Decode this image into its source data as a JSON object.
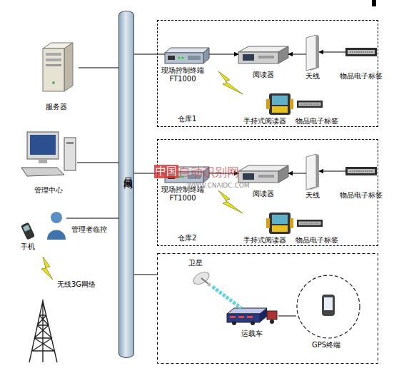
{
  "diagram": {
    "nodes": [
      {
        "text": [
          "服务器"
        ]
      },
      {
        "text": [
          "管理中心"
        ]
      },
      {
        "text": [
          "管理者临控"
        ]
      },
      {
        "text": [
          "手机"
        ]
      },
      {
        "text": [
          "无线3G网络"
        ]
      },
      {
        "text": [
          "局域网"
        ]
      },
      {
        "text": [
          "仓库1"
        ]
      },
      {
        "text": [
          "现场控制终端 FT1000"
        ],
        "in": 6
      },
      {
        "text": [
          "阅读器"
        ],
        "in": 6
      },
      {
        "text": [
          "天线"
        ],
        "in": 6
      },
      {
        "text": [
          "物品电子标签"
        ],
        "in": 6
      },
      {
        "text": [
          "手持式阅读器"
        ],
        "in": 6
      },
      {
        "text": [
          "物品电子标签"
        ],
        "in": 6
      },
      {
        "text": [
          "仓库2"
        ]
      },
      {
        "text": [
          "现场控制终端 FT1000"
        ],
        "in": 13
      },
      {
        "text": [
          "阅读器"
        ],
        "in": 13
      },
      {
        "text": [
          "天线"
        ],
        "in": 13
      },
      {
        "text": [
          "物品电子标签"
        ],
        "in": 13
      },
      {
        "text": [
          "手持式阅读器"
        ],
        "in": 13
      },
      {
        "text": [
          "物品电子标签"
        ],
        "in": 13
      },
      {
        "text": [
          "卫星"
        ]
      },
      {
        "text": [
          "运载车"
        ]
      },
      {
        "text": [
          "GPS终端"
        ]
      }
    ],
    "edges": [
      {
        "from": 0,
        "to": 5,
        "arrow": "none"
      },
      {
        "from": 1,
        "to": 5,
        "arrow": "none"
      },
      {
        "from": 2,
        "to": 5,
        "arrow": "none"
      },
      {
        "from": 5,
        "to": 7,
        "arrow": "none"
      },
      {
        "from": 7,
        "to": 8,
        "arrow": "to"
      },
      {
        "from": 10,
        "to": 9,
        "arrow": "to"
      },
      {
        "from": 9,
        "to": 8,
        "arrow": "to"
      },
      {
        "from": 5,
        "to": 14,
        "arrow": "none"
      },
      {
        "from": 14,
        "to": 15,
        "arrow": "to"
      },
      {
        "from": 17,
        "to": 16,
        "arrow": "to"
      },
      {
        "from": 16,
        "to": 15,
        "arrow": "to"
      },
      {
        "from": 20,
        "to": 21,
        "arrow": "none"
      },
      {
        "from": 21,
        "to": 22,
        "arrow": "none"
      }
    ],
    "labels": [
      "中国",
      "自动识别网",
      "WWW.CNAIDC.COM"
    ]
  }
}
